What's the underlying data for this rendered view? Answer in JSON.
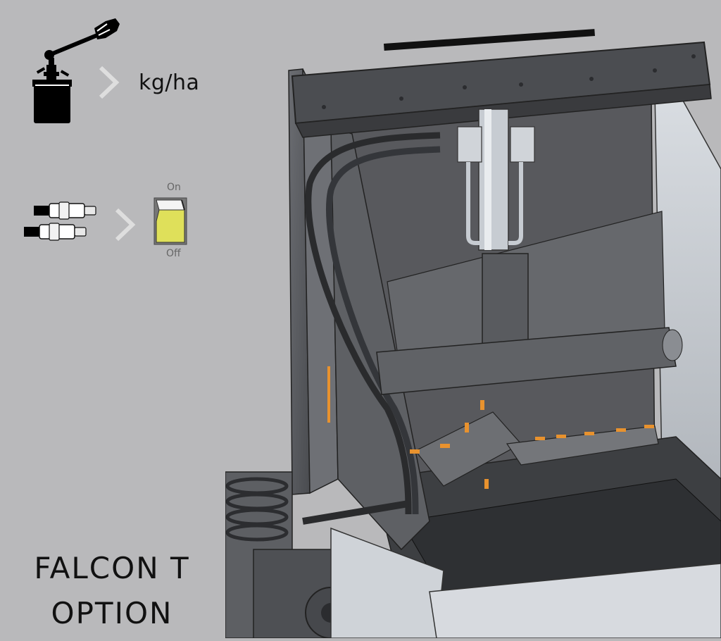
{
  "rate_section": {
    "icon": "hand-lever-tank-icon",
    "arrow_icon": "chevron-right-icon",
    "unit": "kg/ha"
  },
  "hydraulic_section": {
    "icon": "hydraulic-couplers-icon",
    "arrow_icon": "chevron-right-icon",
    "switch_icon": "rocker-switch-icon",
    "switch_on_label": "On",
    "switch_off_label": "Off",
    "switch_color": "#dfe05a"
  },
  "title": {
    "line1": "FALCON T",
    "line2": "OPTION"
  },
  "illustration": {
    "name": "hopper-frame-hydraulic-cylinder-illustration"
  },
  "colors": {
    "background": "#b9b9bb",
    "frame": "#5a5c60",
    "accent_orange": "#e8922e"
  }
}
